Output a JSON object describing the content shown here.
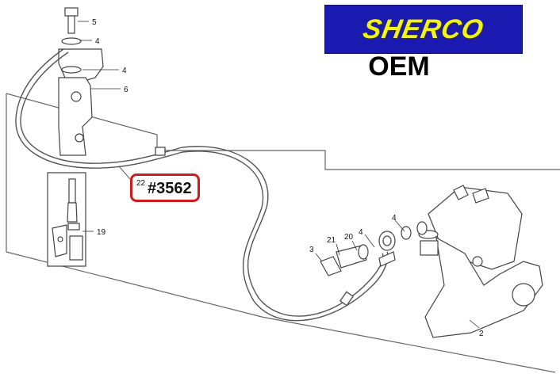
{
  "brand": {
    "logo_text": "SHERCO",
    "caption": "OEM",
    "logo_bg": "#1b1ab0",
    "logo_fg": "#f2f316"
  },
  "highlight": {
    "callout": "22",
    "part_number": "#3562",
    "color": "#d11a1a"
  },
  "callouts": {
    "c5": "5",
    "c4a": "4",
    "c4b": "4",
    "c6": "6",
    "c19": "19",
    "c3": "3",
    "c21": "21",
    "c20": "20",
    "c4c": "4",
    "c4d": "4",
    "c2": "2"
  }
}
